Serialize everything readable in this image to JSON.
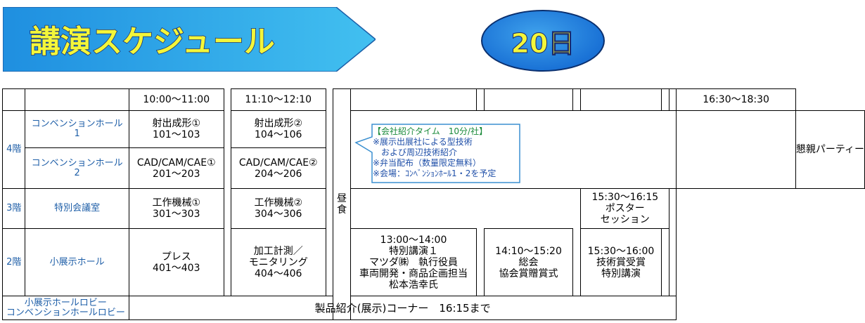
{
  "header": {
    "title": "講演スケジュール",
    "day": "20日",
    "colors": {
      "title_text": "#f3f63a",
      "banner": "#2aa6e8",
      "day_bg": "#1a72d6"
    }
  },
  "time_slots": {
    "s1": "10:00〜11:00",
    "s2": "11:10〜12:10",
    "party": "16:30〜18:30",
    "s4": "13:00〜14:00",
    "s5": "14:10〜15:20",
    "s6": "15:30〜16:00",
    "poster_time": "15:30〜16:15"
  },
  "floors": {
    "f4": "4階",
    "f3": "3階",
    "f2": "2階"
  },
  "rooms": {
    "conv1_a": "コンベンションホール",
    "conv1_b": "1",
    "conv2_a": "コンベンションホール",
    "conv2_b": "2",
    "special_meeting": "特別会議室",
    "small_hall": "小展示ホール",
    "lobby_a": "小展示ホールロビー",
    "lobby_b": "コンベンションホールロビー"
  },
  "sessions": {
    "inj1_a": "射出成形①",
    "inj1_b": "101〜103",
    "inj2_a": "射出成形②",
    "inj2_b": "104〜106",
    "cad1_a": "CAD/CAM/CAE①",
    "cad1_b": "201〜203",
    "cad2_a": "CAD/CAM/CAE②",
    "cad2_b": "204〜206",
    "mt1_a": "工作機械①",
    "mt1_b": "301〜303",
    "mt2_a": "工作機械②",
    "mt2_b": "304〜306",
    "press_a": "プレス",
    "press_b": "401〜403",
    "meas_a": "加工計測／",
    "meas_b": "モニタリング",
    "meas_c": "404〜406",
    "special": [
      "13:00〜14:00",
      "特別講演１",
      "マツダ㈱　執行役員",
      "車両開発・商品企画担当",
      "松本浩幸氏"
    ],
    "general": [
      "14:10〜15:20",
      "総会",
      "協会賞贈賞式"
    ],
    "award": [
      "15:30〜16:00",
      "技術賞受賞",
      "特別講演"
    ],
    "poster": [
      "15:30〜16:15",
      "ポスター",
      "セッション"
    ],
    "party": "懇親パーティー",
    "lunch_a": "昼",
    "lunch_b": "食",
    "products": "製品紹介(展示)コーナー　16:15まで"
  },
  "callout": {
    "line1": "【会社紹介タイム　10分/社】",
    "line2": "※展示出展社による型技術",
    "line3": "　および周辺技術紹介",
    "line4": "※弁当配布（数量限定無料）",
    "line5": "※会場：ｺﾝﾍﾞﾝｼｮﾝﾎｰﾙ1・2を予定"
  }
}
